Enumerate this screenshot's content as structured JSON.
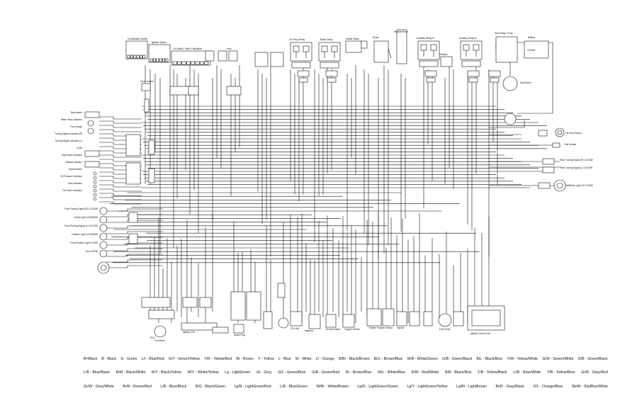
{
  "diagram": {
    "components": {
      "top": [
        {
          "id": "combination-switch",
          "label": "Combination Switch"
        },
        {
          "id": "ignition-switch",
          "label": "Ignition Switch"
        },
        {
          "id": "handlebar-switches",
          "label": "LH Switch / Start / Handlebar"
        },
        {
          "id": "fuel-pump-relay",
          "label": "Oil Pump Relay"
        },
        {
          "id": "brake-relay",
          "label": "Brake Relay"
        },
        {
          "id": "starter-relay-top",
          "label": "Starter Relay"
        },
        {
          "id": "aux-relay-1",
          "label": "Auxiliary Relay IV"
        },
        {
          "id": "aux-relay-2",
          "label": "Auxiliary Relay III"
        },
        {
          "id": "starter-relay-fuse",
          "label": "Start Relay / Fuse"
        },
        {
          "id": "battery",
          "label": "Battery"
        },
        {
          "id": "battery-spec",
          "label": "12V9Ah"
        },
        {
          "id": "clock-socket",
          "label": "Clock Socket"
        },
        {
          "id": "horn",
          "label": "Horn"
        },
        {
          "id": "diode",
          "label": "Diode"
        },
        {
          "id": "rectifier",
          "label": "Rectifier/Fuse"
        },
        {
          "id": "start-motor",
          "label": "Start Motor"
        },
        {
          "id": "resistor",
          "label": "Resistor"
        }
      ],
      "left": [
        {
          "id": "tachometer",
          "label": "Tachometer"
        },
        {
          "id": "water-temp",
          "label": "Water Temp Indicator"
        },
        {
          "id": "fuel-gauge",
          "label": "Fuel Gauge"
        },
        {
          "id": "turn-signal-ind",
          "label": "Turning Signal Indicator (R)"
        },
        {
          "id": "turn-signal-ind-l",
          "label": "Turning Signal Indicator (L)"
        },
        {
          "id": "clock-display",
          "label": "Clock"
        },
        {
          "id": "high-beam-ind",
          "label": "High Beam Indicator"
        },
        {
          "id": "neutral-ind",
          "label": "Neutral Indicator"
        },
        {
          "id": "speedometer",
          "label": "Speedometer"
        },
        {
          "id": "oil-pressure-ind",
          "label": "Oil Pressure Indicator"
        },
        {
          "id": "gear-ind",
          "label": "Gear Indicator"
        },
        {
          "id": "fan-ind",
          "label": "Fan Motor Indicator"
        },
        {
          "id": "front-turn-r",
          "label": "Front Turning Signal (R) 12V10W"
        },
        {
          "id": "head-light",
          "label": "Head Light 12V35/35W"
        },
        {
          "id": "front-turn-l",
          "label": "Front Turning Signal (L) 12V10W"
        },
        {
          "id": "pos-light",
          "label": "Position Light 12V35/35W"
        },
        {
          "id": "front-pos",
          "label": "Front Position Light 12V5W"
        },
        {
          "id": "horn-left",
          "label": "Horn 12V3A"
        }
      ],
      "right": [
        {
          "id": "stop-light",
          "label": "Oil Level Switch"
        },
        {
          "id": "fuel-sender",
          "label": "Fuel Sender"
        },
        {
          "id": "rear-turn-r",
          "label": "Rear Turning Signal (R) 12V10W"
        },
        {
          "id": "rear-turn-l",
          "label": "Rear Turning Signal (L) 12V10W"
        },
        {
          "id": "tail-light",
          "label": "Tail/Brake Light 12V 21/5W"
        }
      ],
      "bottom": [
        {
          "id": "ecu",
          "label": "ECU"
        },
        {
          "id": "fan-motor",
          "label": "Fan Motor"
        },
        {
          "id": "ignition-coil",
          "label": "Ignition Coil"
        },
        {
          "id": "spark-plug",
          "label": "Spark Plug"
        },
        {
          "id": "cdi",
          "label": "CDI Unit"
        },
        {
          "id": "magneto",
          "label": "Magneto"
        },
        {
          "id": "neutral-switch",
          "label": "Neutral Switch"
        },
        {
          "id": "oxygen-sensor",
          "label": "Oxygen Sensor"
        },
        {
          "id": "throttle-sensor",
          "label": "Throttle Position Sensor"
        },
        {
          "id": "injector",
          "label": "Injector"
        },
        {
          "id": "fuel-pump",
          "label": "Fuel Pump"
        },
        {
          "id": "ignition-control",
          "label": "Ignition Control Unit"
        }
      ]
    },
    "legend": [
      [
        "B=Black",
        "B - Black",
        "G - Green",
        "L/r - Blue/Red",
        "G/Y - Green/Yellow",
        "Y/R - Yellow/Red",
        "Br - Brown",
        "Y - Yellow",
        "L - Blue",
        "W - White",
        "O - Orange",
        "B/Br - Black/Brown",
        "Br/L - Brown/Blue",
        "W/B - White/Green",
        "G/B - Green/Black",
        "B/L - Black/Blue",
        "Y/W - Yellow/White",
        "G/W - Green/White",
        "G/B - Green/Black"
      ],
      [
        "L/B - Blue/Black",
        "B/W - Black/White",
        "B/Y - Black/Yellow",
        "W/Y - White/Yellow",
        "Lg - LightGreen",
        "Gr - Grey",
        "G/L - Green/Blue",
        "G/R - Green/Red",
        "Br - Brown/Blue",
        "W/L - White/Blue",
        "R/W - Red/White",
        "B/R - Black/Red",
        "Y/B - Yellow/Black",
        "L/W - Blue/White",
        "Y/B - Yellow/Blue",
        "Gr/R - Grey/Red"
      ],
      [
        "Gr/W - Grey/White",
        "Br/R - Brown/Red",
        "L/B - Blue/Black",
        "B/G - Black/Green",
        "Lg/R - LightGreen/Red",
        "L/B - Blue/Green",
        "W/Br - White/Brown",
        "Lg/G - LightGreen/Green",
        "Lg/Y - LightGreen/Yellow",
        "Lg/Br - LightBrown",
        "Br/R - Gray/Black",
        "O/L - Orange/Blue",
        "Sb/W - SkyBlue/White"
      ]
    ],
    "colors": {
      "line": "#111111",
      "background": "#ffffff"
    }
  }
}
